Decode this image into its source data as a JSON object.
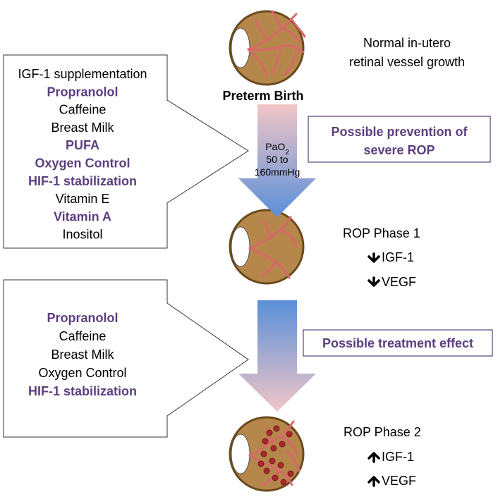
{
  "colors": {
    "purple": "#5b3f7f",
    "eye_fill": "#b5874a",
    "eye_stroke": "#6b4a1c",
    "vessel": "#d9676a",
    "blue": "#5b8fd8",
    "pink": "#efc3c4"
  },
  "icons": {
    "down_arrow": "arrow-down-icon",
    "up_arrow": "arrow-up-icon"
  },
  "top": {
    "label_line1": "Normal in-utero",
    "label_line2": "retinal vessel growth",
    "birth_label": "Preterm Birth"
  },
  "arrow1": {
    "line1": "PaO",
    "sub": "2",
    "line2": "50 to",
    "line3": "160mmHg"
  },
  "prevention_list": [
    {
      "text": "IGF-1 supplementation",
      "emphasis": false
    },
    {
      "text": "Propranolol",
      "emphasis": true
    },
    {
      "text": "Caffeine",
      "emphasis": false
    },
    {
      "text": "Breast Milk",
      "emphasis": false
    },
    {
      "text": "PUFA",
      "emphasis": true
    },
    {
      "text": "Oxygen Control",
      "emphasis": true
    },
    {
      "text": "HIF-1 stabilization",
      "emphasis": true
    },
    {
      "text": "Vitamin E",
      "emphasis": false
    },
    {
      "text": "Vitamin A",
      "emphasis": true
    },
    {
      "text": "Inositol",
      "emphasis": false
    }
  ],
  "prevention_callout": {
    "line1": "Possible prevention of",
    "line2": "severe ROP"
  },
  "phase1": {
    "title": "ROP Phase 1",
    "marker1": "IGF-1",
    "marker2": "VEGF"
  },
  "treatment_list": [
    {
      "text": "Propranolol",
      "emphasis": true
    },
    {
      "text": "Caffeine",
      "emphasis": false
    },
    {
      "text": "Breast Milk",
      "emphasis": false
    },
    {
      "text": "Oxygen Control",
      "emphasis": false
    },
    {
      "text": "HIF-1 stabilization",
      "emphasis": true
    }
  ],
  "treatment_callout": {
    "text": "Possible treatment effect"
  },
  "phase2": {
    "title": "ROP Phase 2",
    "marker1": "IGF-1",
    "marker2": "VEGF"
  }
}
